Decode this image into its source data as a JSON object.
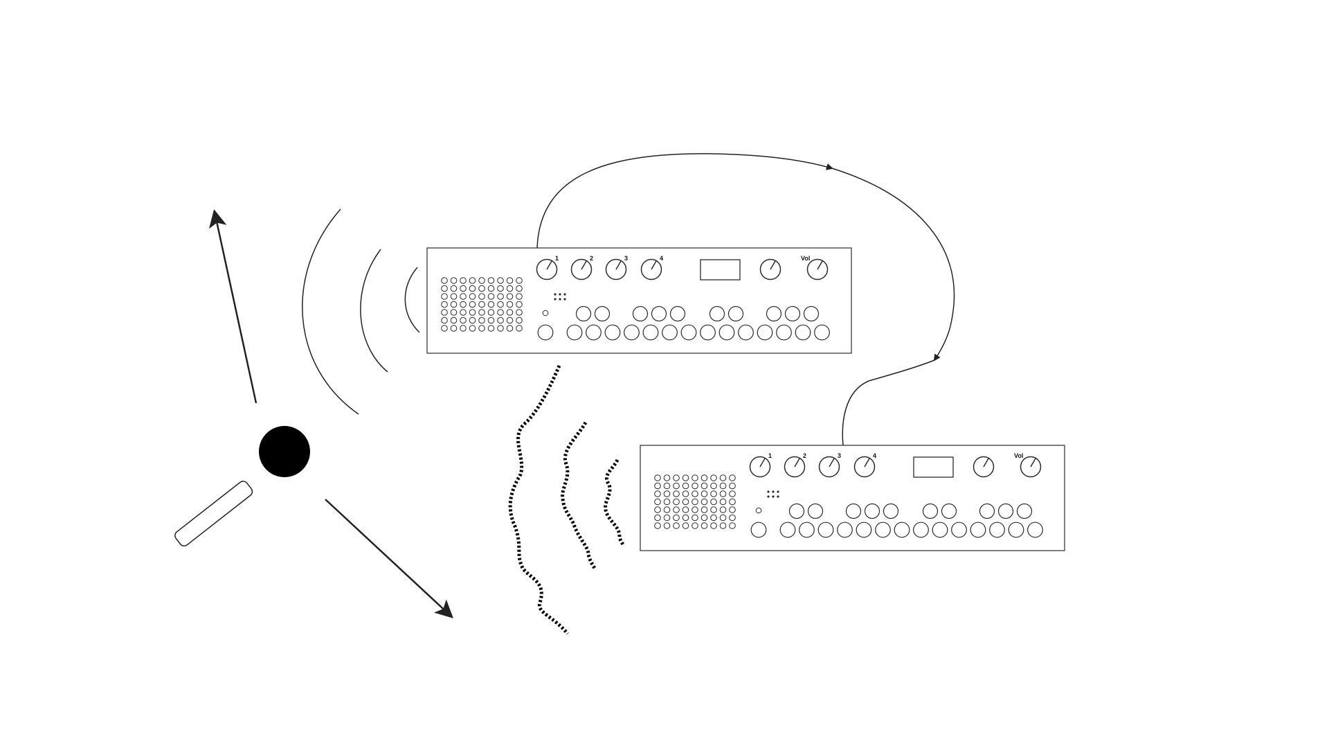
{
  "diagram": {
    "colors": {
      "stroke": "#2a2a2a",
      "fill": "#000000",
      "background": "#ffffff"
    },
    "devices": [
      {
        "id": "synth-top",
        "knob_labels": [
          "1",
          "2",
          "3",
          "4",
          "Vol"
        ]
      },
      {
        "id": "synth-bottom",
        "knob_labels": [
          "1",
          "2",
          "3",
          "4",
          "Vol"
        ]
      }
    ],
    "elements": {
      "microphone": "microphone-icon",
      "sound_waves_solid": "sound-wave-arcs",
      "sound_waves_dashed": "sound-wave-squiggles",
      "cable": "connection-cable-with-arrows",
      "motion_arrows": "motion-arrows"
    }
  }
}
